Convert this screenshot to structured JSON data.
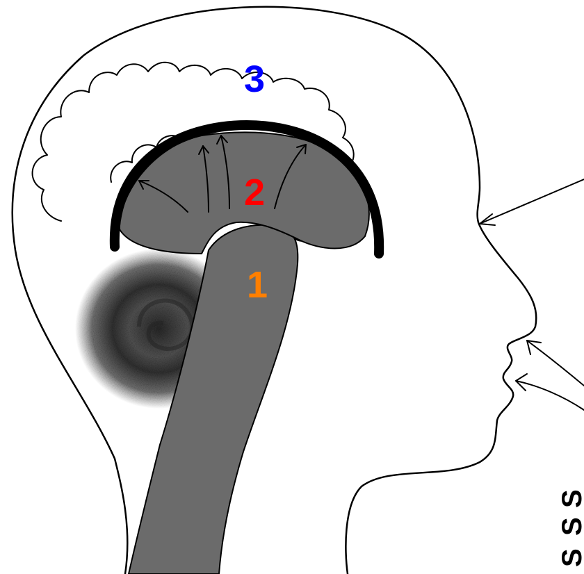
{
  "labels": {
    "brainstem": {
      "text": "1",
      "color": "#ff7f00"
    },
    "limbic": {
      "text": "2",
      "color": "#ff0000"
    },
    "cortex": {
      "text": "3",
      "color": "#0000ff"
    }
  },
  "edge_text": [
    "S",
    "S",
    "S"
  ],
  "colors": {
    "outline": "#000000",
    "brain_fill": "#6b6b6b",
    "background": "#ffffff"
  }
}
